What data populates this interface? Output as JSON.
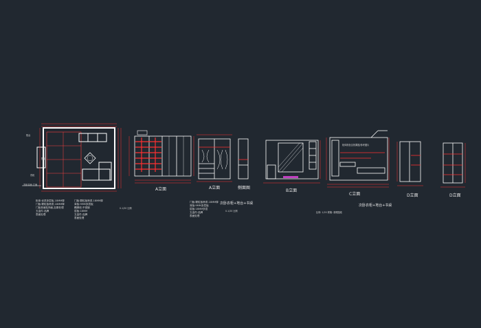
{
  "labels": {
    "elev_a1": "A立面",
    "elev_a2": "A立面",
    "side_elev": "侧面图",
    "elev_b": "B立面",
    "elev_c": "C立面",
    "elev_d1": "D立面",
    "elev_d2": "D立面",
    "title_1": "次卧衣柜+地台+书桌",
    "title_2": "次卧衣柜+地台+书桌",
    "scale_note": "次卧平面 立面",
    "plan_side_left": "阳台",
    "plan_top_left": "飘窗",
    "plan_bottom_left": "衣柜",
    "c_top_note": "柜体颜色见效果图/参考图片"
  },
  "notes": {
    "col1": [
      "柜体:优质多层板,18MM厚",
      "门板:颗粒板喷漆,18MM厚",
      "门板背面贴饰面,加厚处理",
      "五金件:品牌",
      "表面处理"
    ],
    "col2": [
      "门板:颗粒板喷漆,18MM厚",
      "背板:9MM多层板",
      "踢脚线:不锈钢",
      "层板:18MM",
      "五金件:品牌",
      "表面处理"
    ],
    "col3": [
      "门板:颗粒板喷漆,18MM厚",
      "背板:9MM多层板",
      "层板:18MM多层",
      "五金件:品牌",
      "表面处理"
    ]
  },
  "small_texts": {
    "s1": "0-1/20 比例",
    "s2": "0-1/20 比例",
    "s3": "比例: 1/20 规格: 参照图纸"
  }
}
